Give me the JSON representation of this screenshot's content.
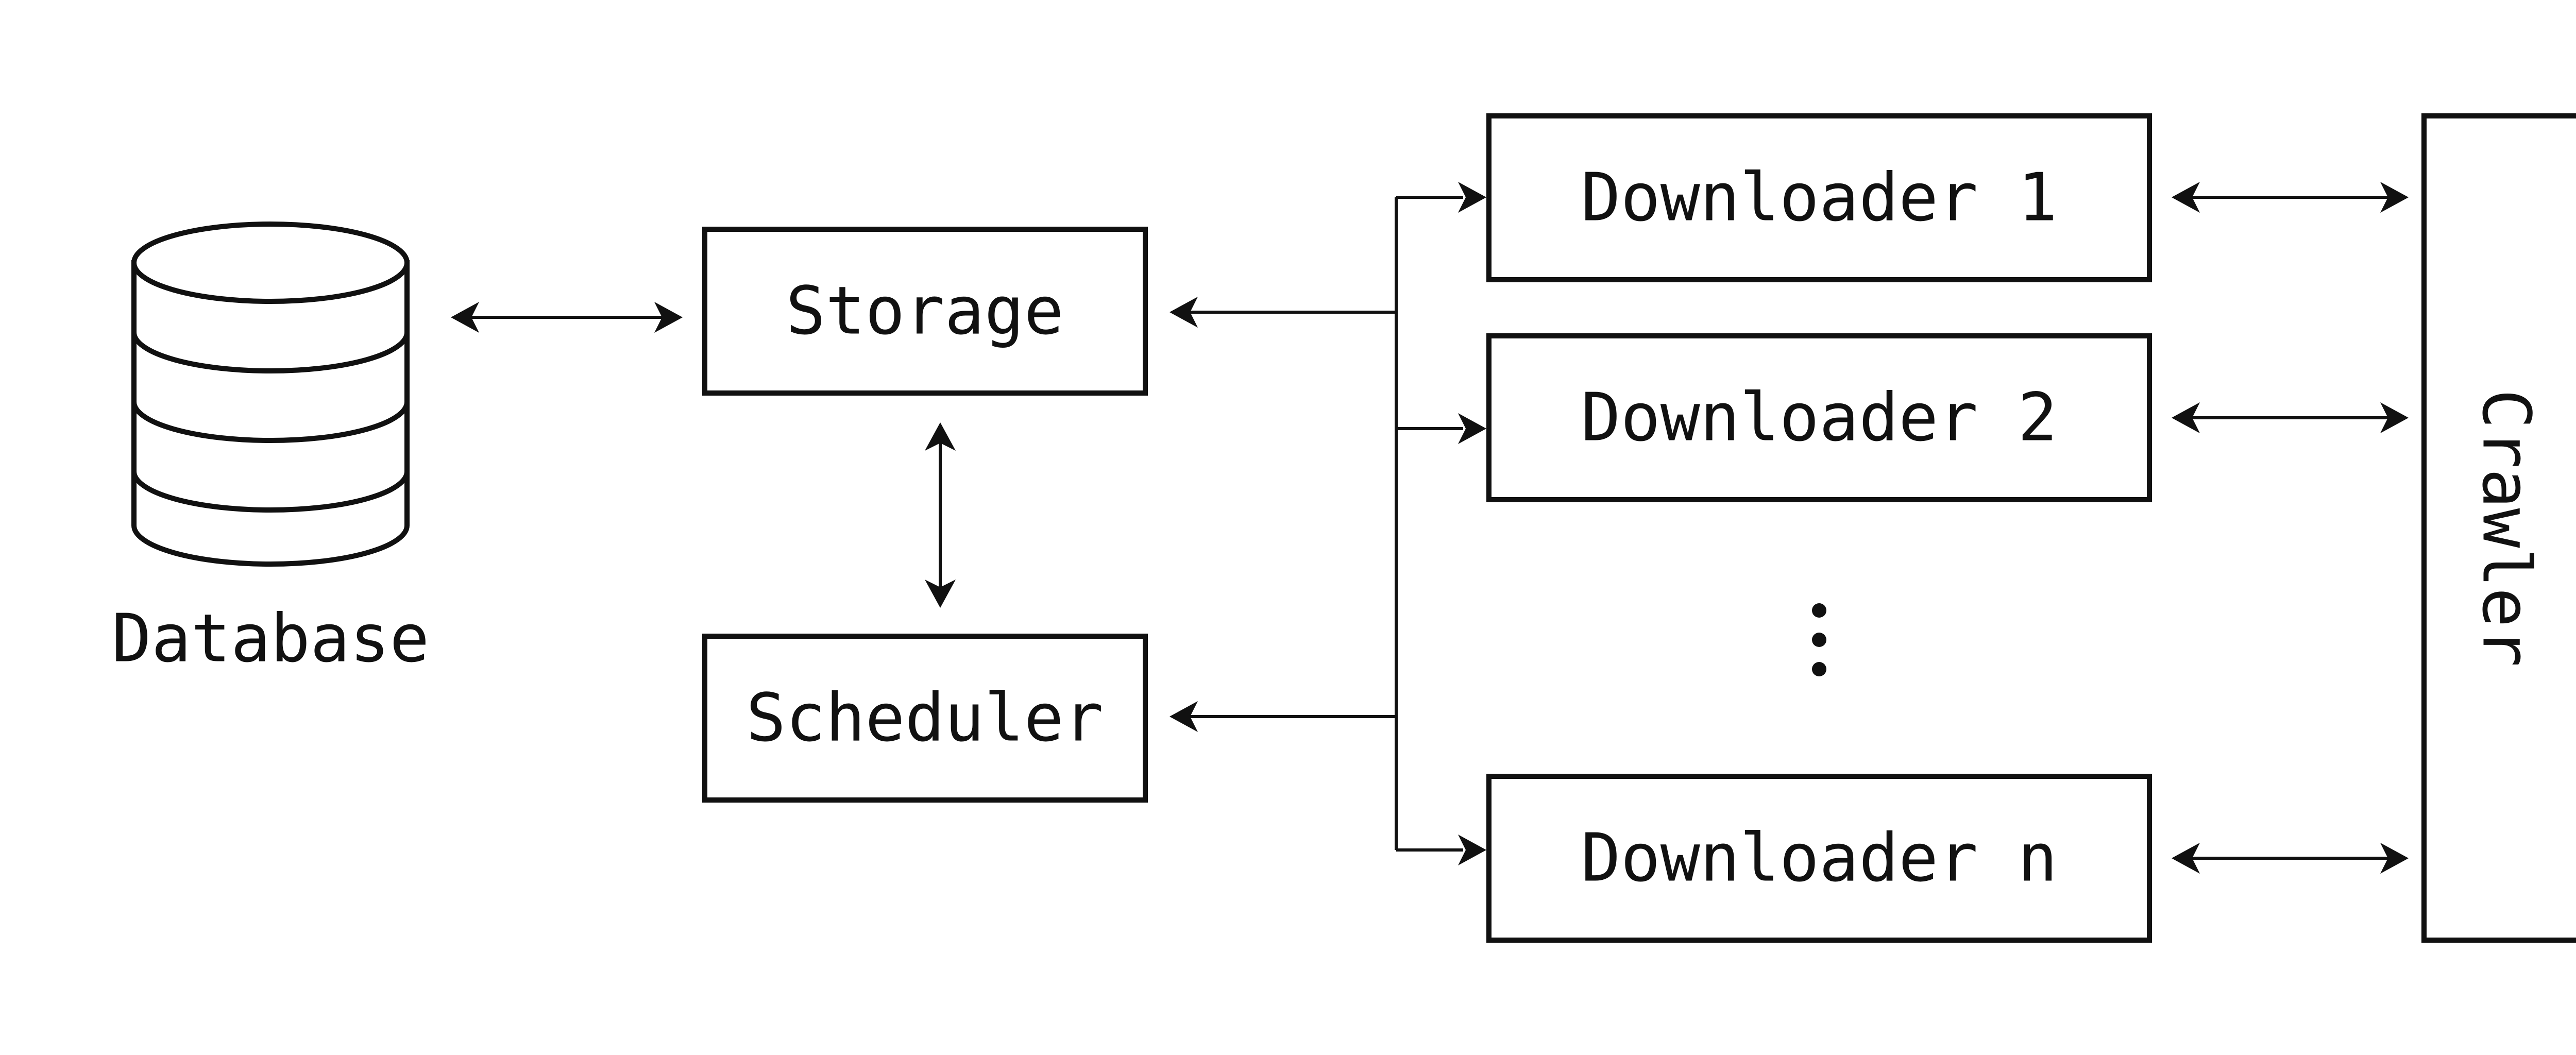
{
  "nodes": {
    "database": {
      "label": "Database"
    },
    "storage": {
      "label": "Storage"
    },
    "scheduler": {
      "label": "Scheduler"
    },
    "downloader_1": {
      "label": "Downloader 1"
    },
    "downloader_2": {
      "label": "Downloader 2"
    },
    "downloader_n": {
      "label": "Downloader n"
    },
    "crawler": {
      "label": "Crawler"
    }
  },
  "edges": [
    {
      "from": "database",
      "to": "storage",
      "direction": "both"
    },
    {
      "from": "storage",
      "to": "scheduler",
      "direction": "both"
    },
    {
      "from": "downloaders",
      "to": "storage",
      "direction": "to-storage"
    },
    {
      "from": "downloaders",
      "to": "scheduler",
      "direction": "to-scheduler"
    },
    {
      "from": "bus",
      "to": "downloader_1",
      "direction": "to-downloader"
    },
    {
      "from": "bus",
      "to": "downloader_2",
      "direction": "to-downloader"
    },
    {
      "from": "bus",
      "to": "downloader_n",
      "direction": "to-downloader"
    },
    {
      "from": "downloader_1",
      "to": "crawler",
      "direction": "both"
    },
    {
      "from": "downloader_2",
      "to": "crawler",
      "direction": "both"
    },
    {
      "from": "downloader_n",
      "to": "crawler",
      "direction": "both"
    }
  ],
  "icons": {
    "database": "database-cylinder-icon",
    "ellipsis": "vertical-ellipsis"
  },
  "colors": {
    "stroke": "#111111",
    "background": "#ffffff"
  }
}
